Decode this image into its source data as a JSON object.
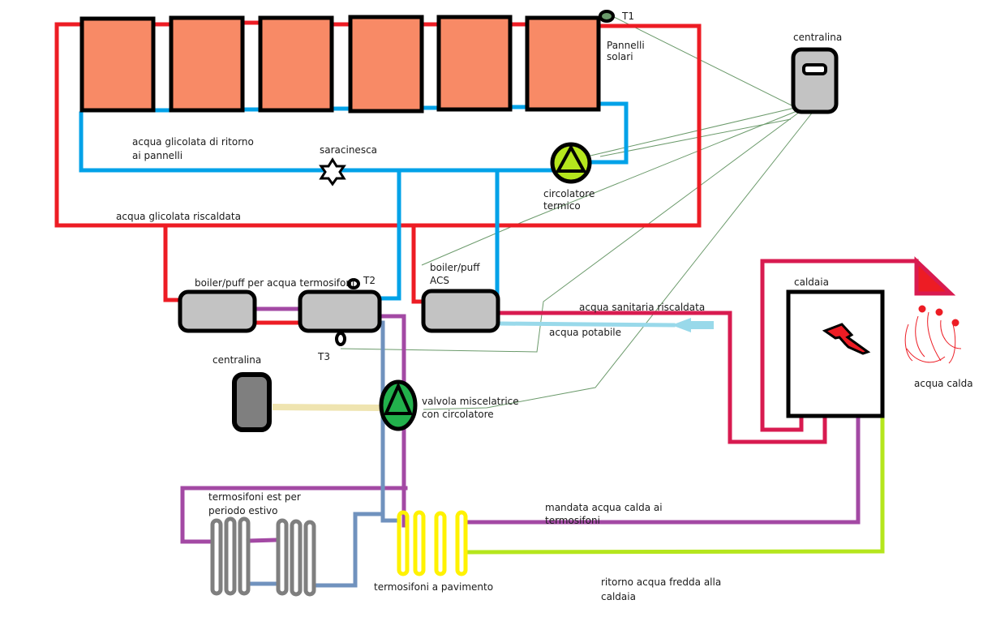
{
  "title": "Schema impianto solare termico con caldaia",
  "colors": {
    "hot_glycol": "#ed1c24",
    "return_glycol": "#00a2e8",
    "panel_fill": "#f88a66",
    "tank_fill": "#c3c3c3",
    "sanitary_hot": "#d81b50",
    "potable_water": "#99d9ea",
    "heating_supply": "#a349a4",
    "heating_return": "#b5e61d",
    "radiator_return": "#7092be",
    "floor_heating": "#fff200",
    "summer_radiators": "#7f7f7f",
    "circulator_solar": "#b5e61d",
    "circulator_mixing": "#22b14c",
    "control_wire": "#6b9a6b",
    "mixing_link": "#efe4b0"
  },
  "solar_panels": {
    "count": 6,
    "label_line1": "Pannelli",
    "label_line2": "solari",
    "sensor": "T1"
  },
  "controllers": {
    "main": {
      "label": "centralina",
      "icon": "controller-icon"
    },
    "secondary": {
      "label": "centralina",
      "icon": "controller-icon"
    }
  },
  "pipes": {
    "return_glycol_line1": "acqua glicolata di ritorno",
    "return_glycol_line2": "ai pannelli",
    "heated_glycol": "acqua glicolata riscaldata",
    "sanitary_hot": "acqua sanitaria riscaldata",
    "potable_water": "acqua potabile",
    "heating_supply_line1": "mandata acqua calda ai",
    "heating_supply_line2": "termosifoni",
    "heating_return_line1": "ritorno acqua fredda alla",
    "heating_return_line2": "caldaia"
  },
  "components": {
    "gate_valve": {
      "label": "saracinesca",
      "icon": "star-valve-icon"
    },
    "solar_circulator": {
      "label_line1": "circolatore",
      "label_line2": "termico",
      "icon": "pump-icon"
    },
    "heating_boiler": {
      "label": "boiler/puff per acqua termosifoni",
      "sensor_top": "T2",
      "sensor_bottom": "T3"
    },
    "acs_boiler": {
      "label_line1": "boiler/puff",
      "label_line2": "ACS"
    },
    "mixing_valve": {
      "label_line1": "valvola miscelatrice",
      "label_line2": "con circolatore",
      "icon": "pump-icon"
    },
    "gas_boiler": {
      "label": "caldaia",
      "icon": "lightning-icon"
    },
    "tap": {
      "label": "acqua calda",
      "icon": "faucet-icon"
    },
    "summer_radiators": {
      "label_line1": "termosifoni est per",
      "label_line2": "periodo estivo"
    },
    "floor_heating": {
      "label": "termosifoni a pavimento"
    }
  }
}
